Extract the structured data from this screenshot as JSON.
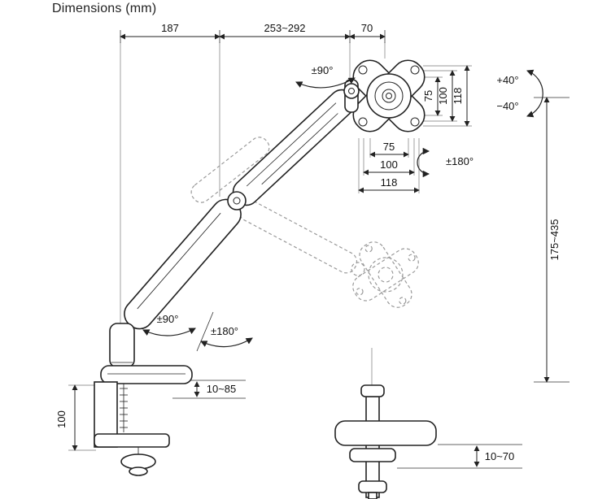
{
  "title": "Dimensions (mm)",
  "colors": {
    "ink": "#222222",
    "ghost": "#9a9a9a",
    "background": "#ffffff"
  },
  "dims": {
    "top_left": "187",
    "top_mid": "253~292",
    "top_right": "70",
    "rot_top": "±90°",
    "vesa_v75": "75",
    "vesa_v100": "100",
    "vesa_v118": "118",
    "tilt_up": "+40°",
    "tilt_down": "−40°",
    "vesa_h75": "75",
    "vesa_h100": "100",
    "vesa_h118": "118",
    "vesa_rot": "±180°",
    "height_range": "175~435",
    "rot_mid": "±90°",
    "rot_base": "±180°",
    "clamp_range": "10~85",
    "base_height": "100",
    "grommet_range": "10~70"
  }
}
